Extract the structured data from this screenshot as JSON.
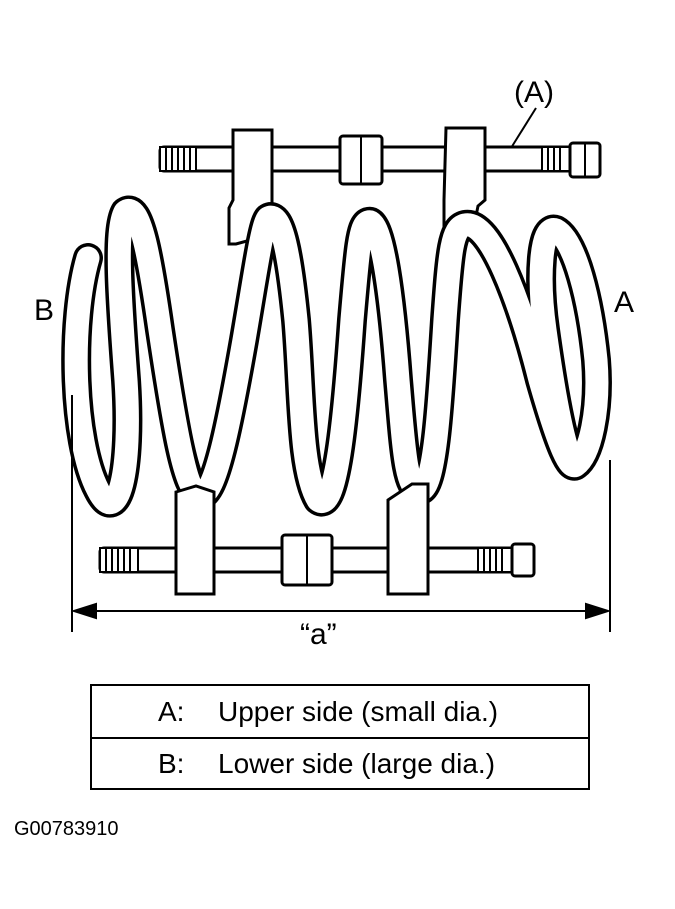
{
  "labels": {
    "tool_callout": "(A)",
    "left_side": "B",
    "right_side": "A",
    "dimension": "“a”"
  },
  "legend": [
    {
      "key": "A:",
      "description": "Upper side (small dia.)"
    },
    {
      "key": "B:",
      "description": "Lower side (large dia.)"
    }
  ],
  "figure_id": "G00783910",
  "colors": {
    "line": "#000000",
    "background": "#ffffff"
  }
}
